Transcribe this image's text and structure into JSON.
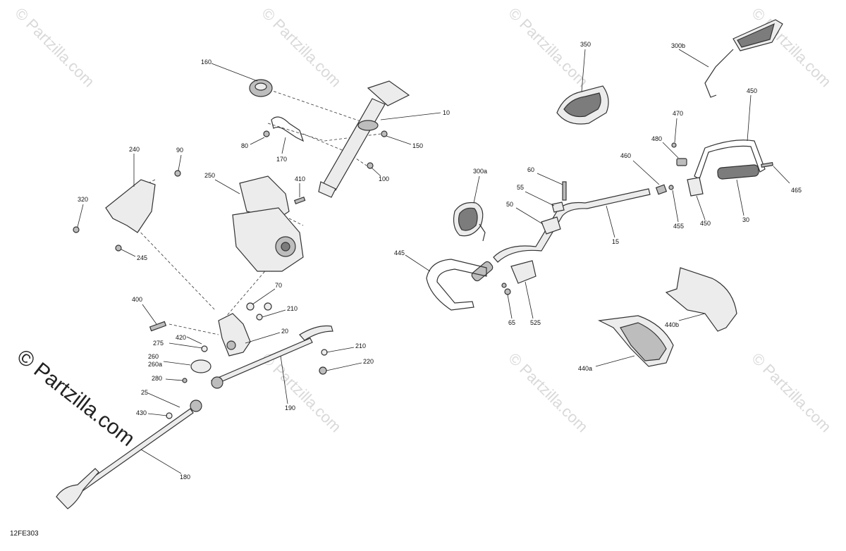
{
  "diagram": {
    "drawing_code": "12FE303",
    "watermark": "© Partzilla.com",
    "watermark_tile": "© Partzilla.com",
    "colors": {
      "ink": "#222222",
      "part_fill": "#ececec",
      "shade": "#bdbdbd",
      "dark": "#7c7c7c",
      "watermark": "#d9d9d9"
    },
    "callouts": [
      "160",
      "10",
      "80",
      "170",
      "150",
      "240",
      "90",
      "100",
      "250",
      "410",
      "320",
      "245",
      "400",
      "70",
      "210",
      "20",
      "275",
      "420",
      "260",
      "260a",
      "280",
      "25",
      "430",
      "210",
      "220",
      "190",
      "180",
      "350",
      "300b",
      "450",
      "470",
      "480",
      "460",
      "300a",
      "60",
      "55",
      "50",
      "15",
      "445",
      "65",
      "525",
      "455",
      "450",
      "30",
      "465",
      "440b",
      "440a"
    ]
  }
}
